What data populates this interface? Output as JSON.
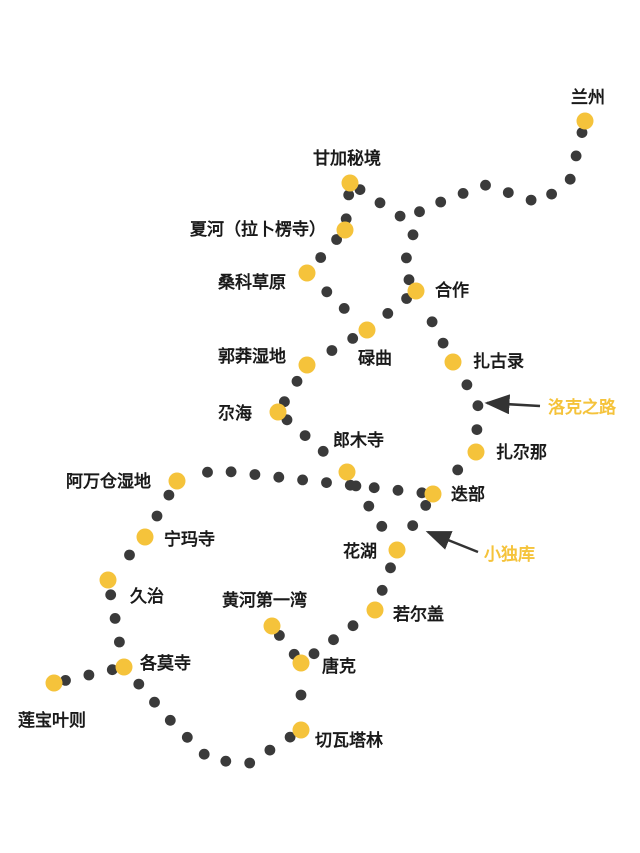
{
  "colors": {
    "station": "#f5c33b",
    "dot": "#3a3a3a",
    "label": "#1a1a1a",
    "highlight": "#f5c33b",
    "arrow": "#333333"
  },
  "stations": [
    {
      "id": "lanzhou",
      "name": "兰州"
    },
    {
      "id": "ganjia",
      "name": "甘加秘境"
    },
    {
      "id": "xiahe",
      "name": "夏河（拉卜楞寺）"
    },
    {
      "id": "sangke",
      "name": "桑科草原"
    },
    {
      "id": "hezuo",
      "name": "合作"
    },
    {
      "id": "luqu",
      "name": "碌曲"
    },
    {
      "id": "guomang",
      "name": "郭莽湿地"
    },
    {
      "id": "zhagulu",
      "name": "扎古录"
    },
    {
      "id": "zehai",
      "name": "尕海"
    },
    {
      "id": "zhagana",
      "name": "扎尕那"
    },
    {
      "id": "langmu",
      "name": "郎木寺"
    },
    {
      "id": "awancang",
      "name": "阿万仓湿地"
    },
    {
      "id": "diebu",
      "name": "迭部"
    },
    {
      "id": "ningma",
      "name": "宁玛寺"
    },
    {
      "id": "huahu",
      "name": "花湖"
    },
    {
      "id": "jiuzhi",
      "name": "久治"
    },
    {
      "id": "huanghe",
      "name": "黄河第一湾"
    },
    {
      "id": "ruoergai",
      "name": "若尔盖"
    },
    {
      "id": "gemo",
      "name": "各莫寺"
    },
    {
      "id": "tangke",
      "name": "唐克"
    },
    {
      "id": "lianbao",
      "name": "莲宝叶则"
    },
    {
      "id": "qiewa",
      "name": "切瓦塔林"
    }
  ],
  "highlights": [
    {
      "id": "luoke",
      "name": "洛克之路"
    },
    {
      "id": "xiaoduku",
      "name": "小独库"
    }
  ]
}
